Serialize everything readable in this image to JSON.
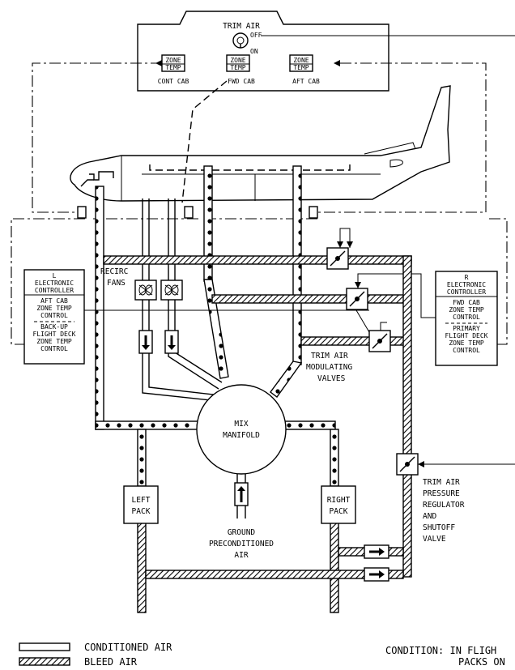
{
  "trim_panel": {
    "title": "TRIM AIR",
    "switch_off": "OFF",
    "switch_on": "ON",
    "zones": [
      {
        "line1": "ZONE",
        "line2": "TEMP",
        "label": "CONT CAB"
      },
      {
        "line1": "ZONE",
        "line2": "TEMP",
        "label": "FWD CAB"
      },
      {
        "line1": "ZONE",
        "line2": "TEMP",
        "label": "AFT CAB"
      }
    ]
  },
  "left_controller": {
    "title1": "L",
    "title2": "ELECTRONIC",
    "title3": "CONTROLLER",
    "sec1": [
      "AFT CAB",
      "ZONE TEMP",
      "CONTROL"
    ],
    "sec2": [
      "BACK-UP",
      "FLIGHT DECK",
      "ZONE TEMP",
      "CONTROL"
    ]
  },
  "right_controller": {
    "title1": "R",
    "title2": "ELECTRONIC",
    "title3": "CONTROLLER",
    "sec1": [
      "FWD CAB",
      "ZONE TEMP",
      "CONTROL"
    ],
    "sec2": [
      "PRIMARY",
      "FLIGHT DECK",
      "ZONE TEMP",
      "CONTROL"
    ]
  },
  "labels": {
    "recirc_fans": [
      "RECIRC",
      "FANS"
    ],
    "trim_mod_valves": [
      "TRIM AIR",
      "MODULATING",
      "VALVES"
    ],
    "mix_manifold": [
      "MIX",
      "MANIFOLD"
    ],
    "left_pack": [
      "LEFT",
      "PACK"
    ],
    "right_pack": [
      "RIGHT",
      "PACK"
    ],
    "ground_air": [
      "GROUND",
      "PRECONDITIONED",
      "AIR"
    ],
    "trim_pressure_valve": [
      "TRIM AIR",
      "PRESSURE",
      "REGULATOR",
      "AND",
      "SHUTOFF",
      "VALVE"
    ]
  },
  "legend": {
    "conditioned": "CONDITIONED AIR",
    "bleed": "BLEED AIR"
  },
  "condition": {
    "line1": "CONDITION: IN FLIGH",
    "line2": "PACKS ON"
  }
}
